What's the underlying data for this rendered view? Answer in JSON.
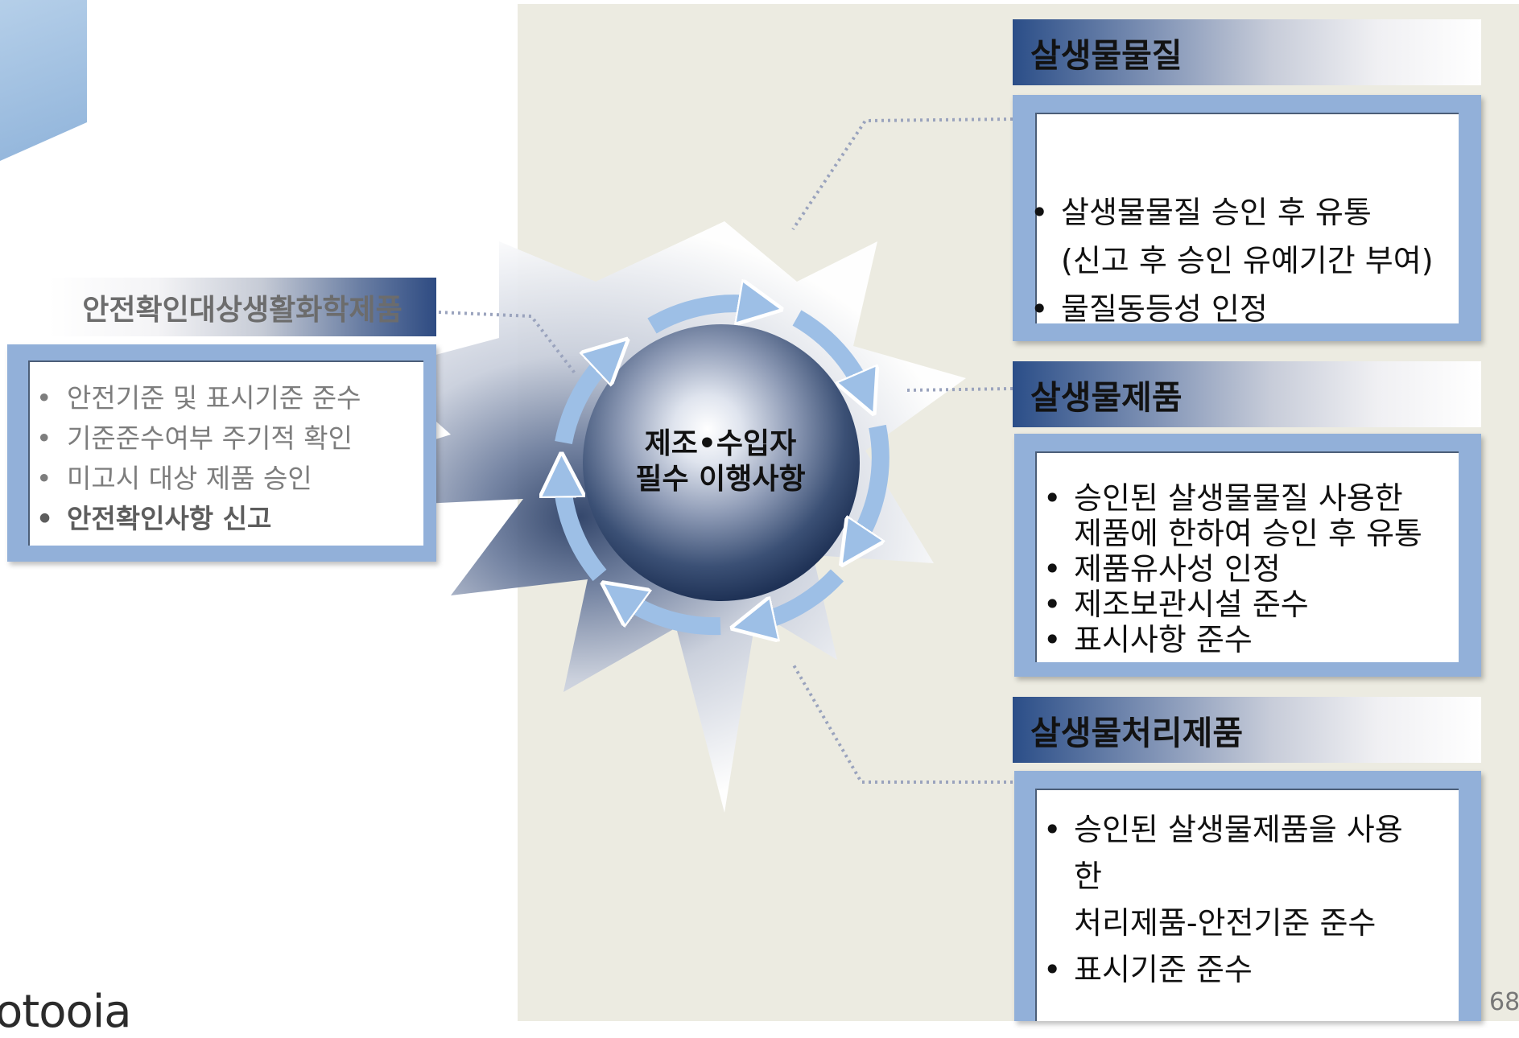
{
  "center": {
    "line1": "제조•수입자",
    "line2": "필수 이행사항"
  },
  "left_card": {
    "title": "안전확인대상생활화학제품",
    "items": [
      {
        "text": "안전기준 및 표시기준 준수",
        "bold": false
      },
      {
        "text": "기준준수여부 주기적 확인",
        "bold": false
      },
      {
        "text": "미고시 대상 제품 승인",
        "bold": false
      },
      {
        "text": "안전확인사항 신고",
        "bold": true
      }
    ]
  },
  "right_cards": [
    {
      "title": "살생물물질",
      "items": [
        {
          "text": "살생물물질 승인 후 유통\n(신고 후 승인 유예기간 부여)"
        },
        {
          "text": "물질동등성 인정"
        }
      ]
    },
    {
      "title": "살생물제품",
      "items": [
        {
          "text": "승인된 살생물물질 사용한\n제품에 한하여 승인 후 유통"
        },
        {
          "text": "제품유사성 인정"
        },
        {
          "text": "제조보관시설 준수"
        },
        {
          "text": "표시사항 준수"
        }
      ]
    },
    {
      "title": "살생물처리제품",
      "items": [
        {
          "text": "승인된 살생물제품을 사용\n한\n처리제품-안전기준 준수"
        },
        {
          "text": "표시기준 준수"
        }
      ]
    }
  ],
  "page_number": "68",
  "logo_text": "otooia",
  "colors": {
    "accent_blue": "#92b0d9",
    "navy": "#2b4e88",
    "beige": "#ecebe1",
    "arrow_blue": "#9dbfe6"
  }
}
